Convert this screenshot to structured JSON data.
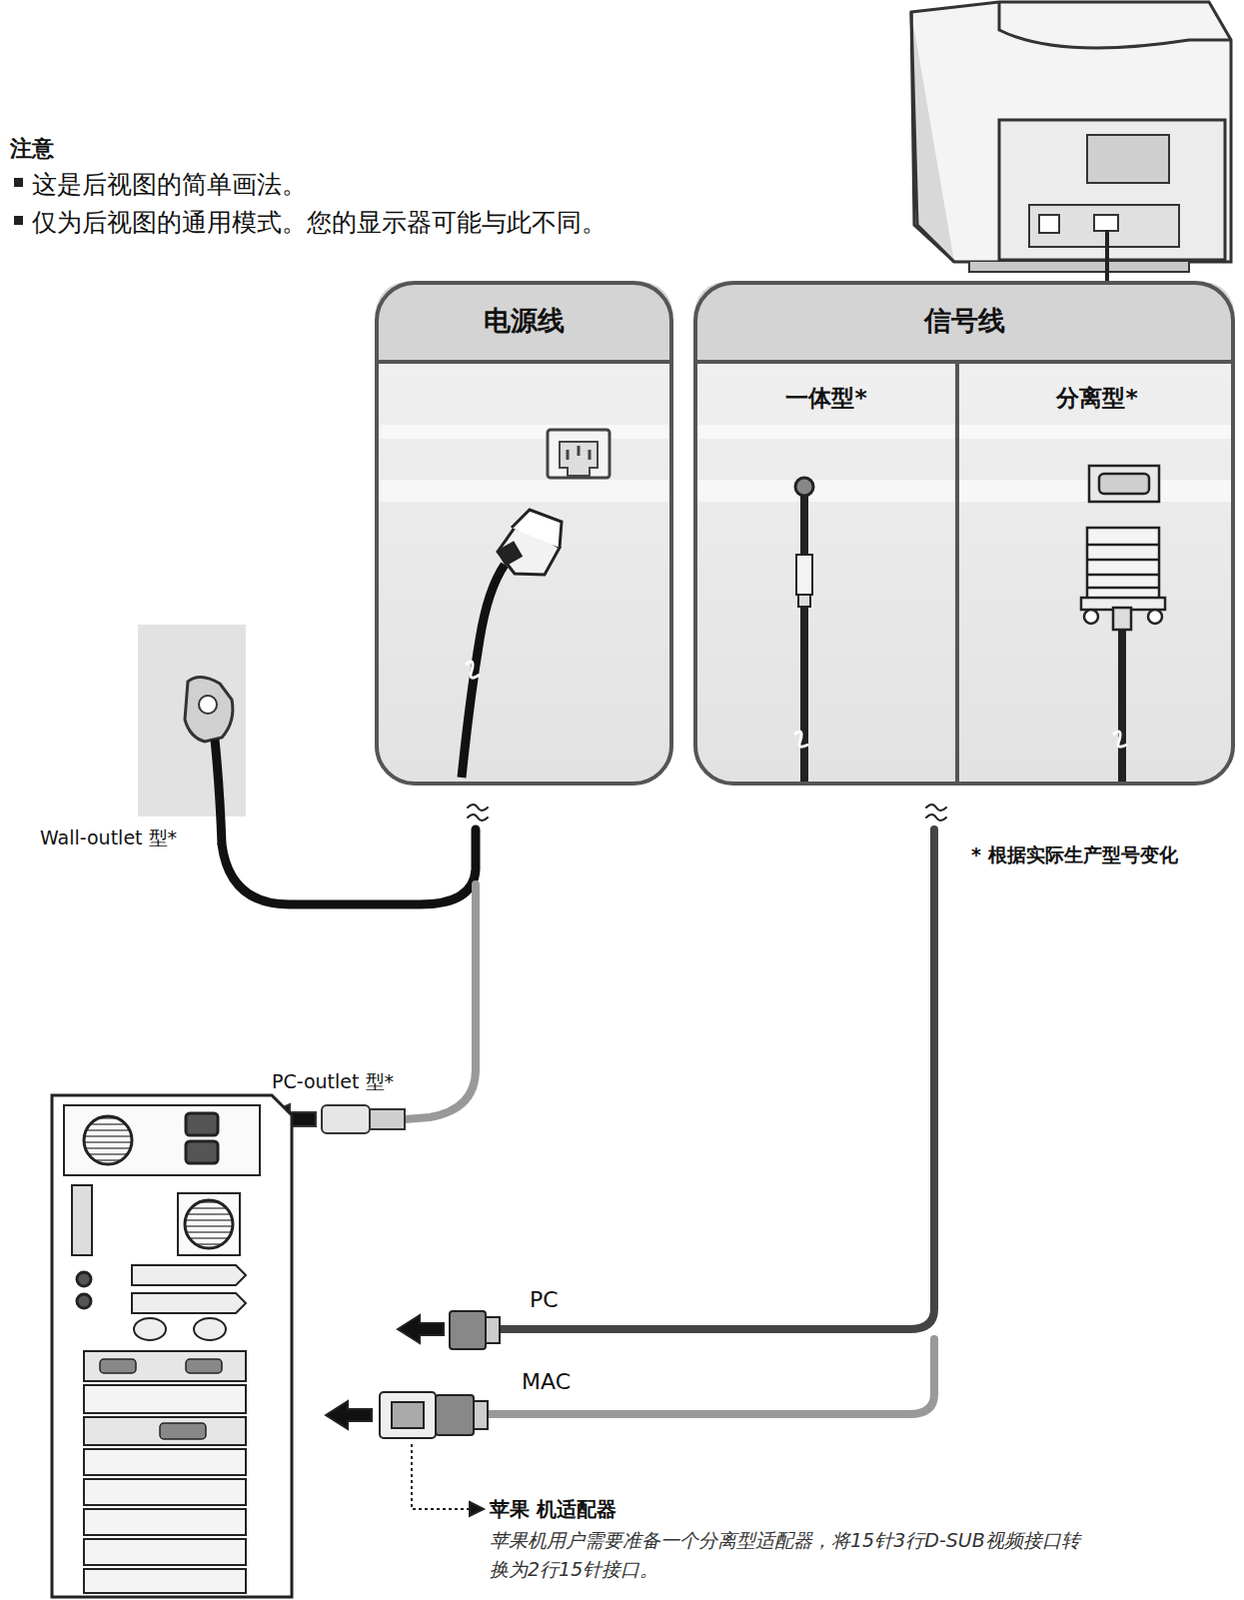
{
  "diagram": {
    "nodes": [
      {
        "text": [
          "电源线"
        ]
      },
      {
        "text": [
          "信号线"
        ]
      },
      {
        "text": [
          "一体型*"
        ],
        "in": 1
      },
      {
        "text": [
          "分离型*"
        ],
        "in": 1
      }
    ],
    "labels": [
      "注意",
      "这是后视图的简单画法。",
      "仅为后视图的通用模式。您的显示器可能与此不同。",
      "Wall-outlet 型*",
      "* 根据实际生产型号变化",
      "PC-outlet 型*",
      "PC",
      "MAC",
      "苹果 机适配器",
      "苹果机用户需要准备一个分离型适配器，将15针3行D-SUB视频接口转换为2行15针接口。"
    ]
  }
}
